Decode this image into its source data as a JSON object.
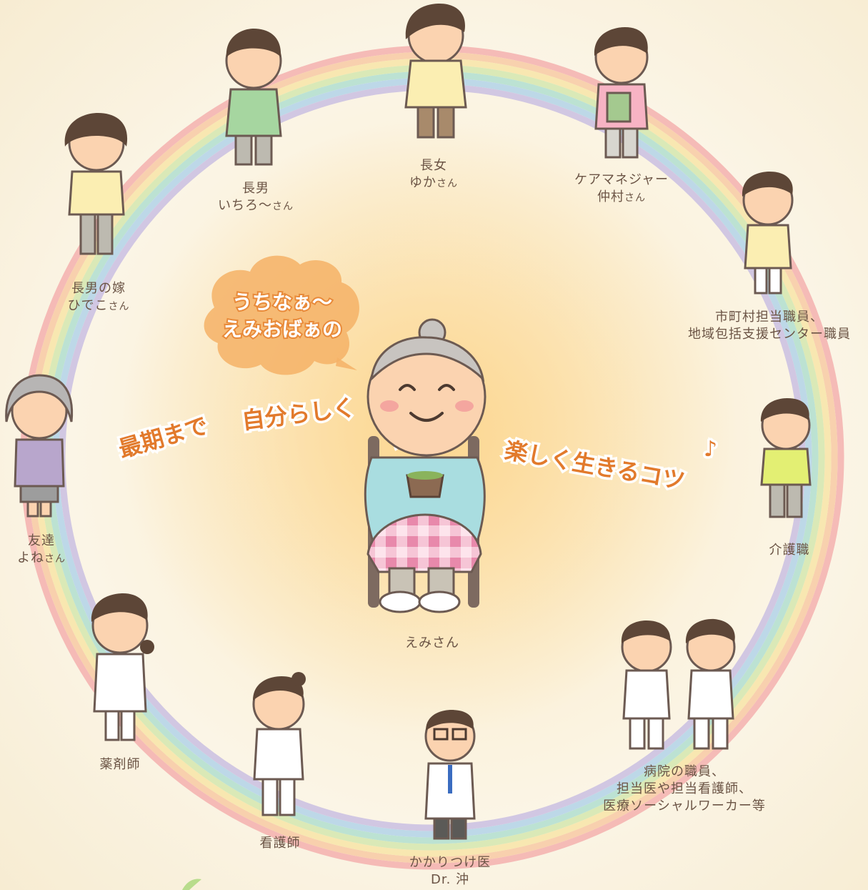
{
  "title": {
    "line1": "うちなぁ～",
    "line2": "えみおばぁの"
  },
  "catchphrase": {
    "left1": "最期まで",
    "left2": "自分らしく",
    "right": "楽しく生きるコツ",
    "note_symbol": "♪"
  },
  "people": {
    "center": {
      "role": "",
      "name": "えみさん"
    },
    "eldest_son": {
      "role": "長男",
      "name": "いちろ～",
      "suffix": "さん"
    },
    "eldest_daughter": {
      "role": "長女",
      "name": "ゆか",
      "suffix": "さん"
    },
    "care_manager": {
      "role": "ケアマネジャー",
      "name": "仲村",
      "suffix": "さん"
    },
    "municipal": {
      "line1": "市町村担当職員、",
      "line2": "地域包括支援センター職員"
    },
    "care_worker": {
      "role": "介護職"
    },
    "hospital": {
      "line1": "病院の職員、",
      "line2": "担当医や担当看護師、",
      "line3": "医療ソーシャルワーカー等"
    },
    "family_doctor": {
      "role": "かかりつけ医",
      "name": "Dr. 沖"
    },
    "nurse": {
      "role": "看護師"
    },
    "pharmacist": {
      "role": "薬剤師"
    },
    "friend": {
      "role": "友達",
      "name": "よね",
      "suffix": "さん"
    },
    "daughter_in_law": {
      "role": "長男の嫁",
      "name": "ひでこ",
      "suffix": "さん"
    }
  },
  "colors": {
    "rainbow": [
      "#f4a8a8",
      "#f8c59c",
      "#f8e3a0",
      "#cfe6a8",
      "#a8dccd",
      "#a9cfe9",
      "#c3b8e2"
    ],
    "title_cloud": "#f4b266",
    "catch_text": "#e27a2c"
  }
}
